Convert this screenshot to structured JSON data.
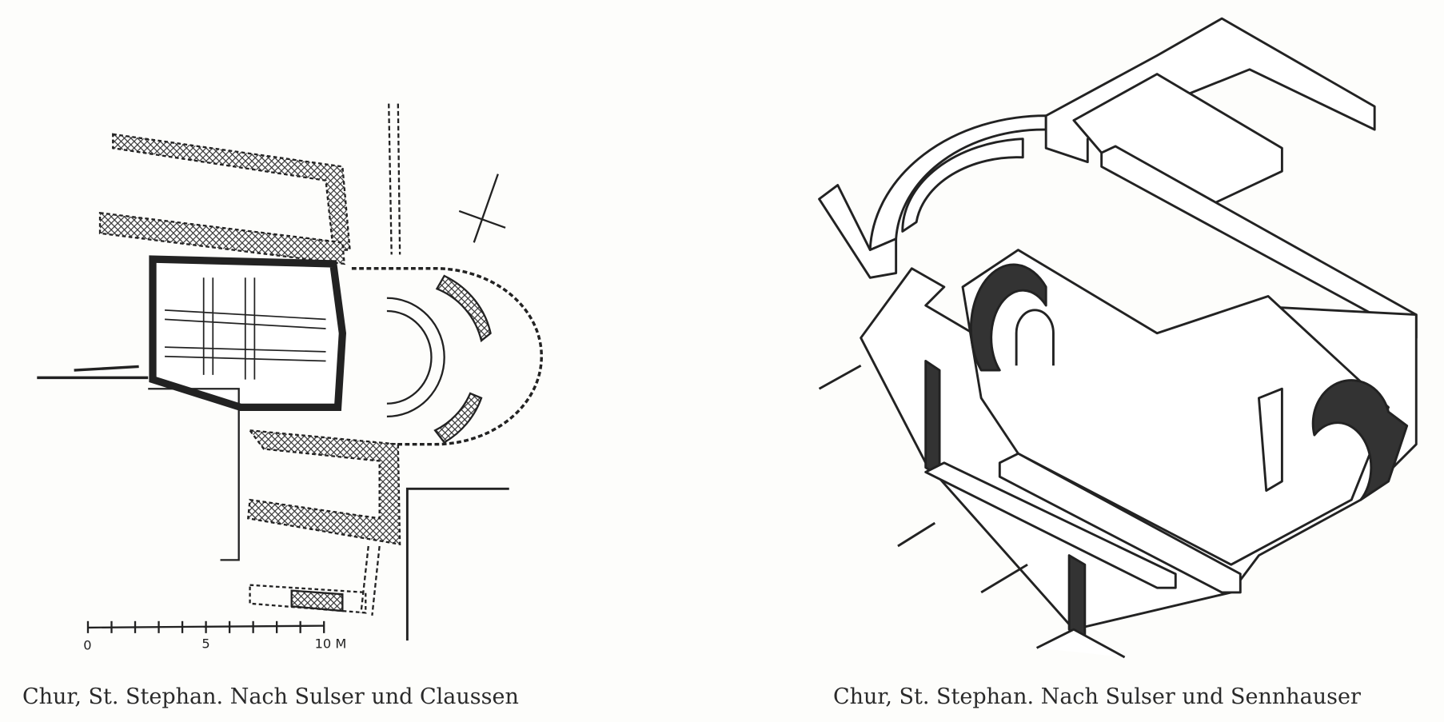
{
  "figures": [
    {
      "caption": "Chur, St. Stephan. Nach Sulser und Claussen",
      "scale_bar": {
        "labels": [
          "0",
          "5",
          "10 M"
        ],
        "max_meters": 10,
        "ticks": 10
      }
    },
    {
      "caption": "Chur, St. Stephan. Nach Sulser und Sennhauser"
    }
  ],
  "colors": {
    "ink": "#222222",
    "paper": "#fdfdfb",
    "hatch": "#555555"
  }
}
